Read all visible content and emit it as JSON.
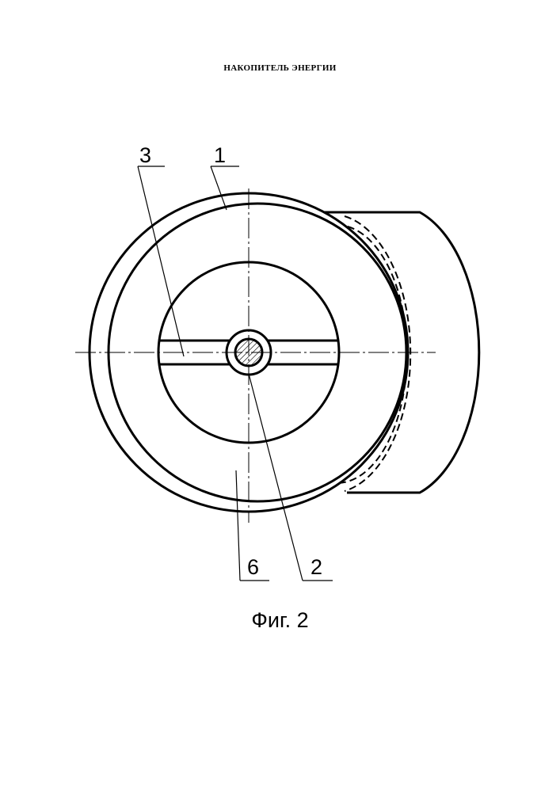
{
  "title": "НАКОПИТЕЛЬ ЭНЕРГИИ",
  "labels": {
    "part1": "1",
    "part2": "2",
    "part3": "3",
    "part6": "6"
  },
  "caption": "Фиг. 2"
}
